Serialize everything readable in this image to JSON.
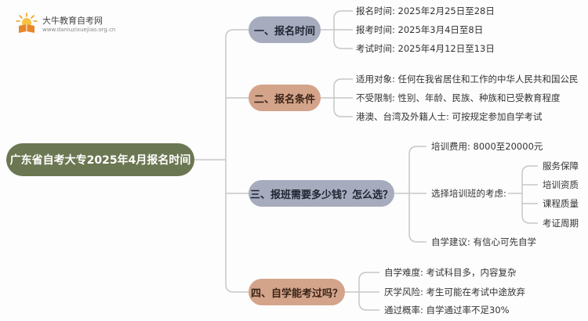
{
  "logo": {
    "title": "大牛教育自考网",
    "url": "www.daniuzixuejiao.org.cn"
  },
  "root": "广东省自考大专2025年4月报名时间",
  "branches": [
    {
      "label": "一、报名时间",
      "items": [
        "报名时间: 2025年2月25日至28日",
        "报考时间: 2025年3月4日至8日",
        "考试时间: 2025年4月12日至13日"
      ]
    },
    {
      "label": "二、报名条件",
      "items": [
        "适用对象: 任何在我省居住和工作的中华人民共和国公民",
        "不受限制: 性别、年龄、民族、种族和已受教育程度",
        "港澳、台湾及外籍人士: 可按规定参加自学考试"
      ]
    },
    {
      "label": "三、报班需要多少钱？怎么选？",
      "items": [
        "培训费用: 8000至20000元",
        "选择培训班的考虑:",
        "自学建议: 有信心可先自学"
      ],
      "sub": [
        "服务保障",
        "培训资质",
        "课程质量",
        "考证周期"
      ]
    },
    {
      "label": "四、自学能考过吗？",
      "items": [
        "自学难度: 考试科目多，内容复杂",
        "厌学风险: 考生可能在考试中途放弃",
        "通过概率: 自学通过率不足30%"
      ]
    }
  ]
}
